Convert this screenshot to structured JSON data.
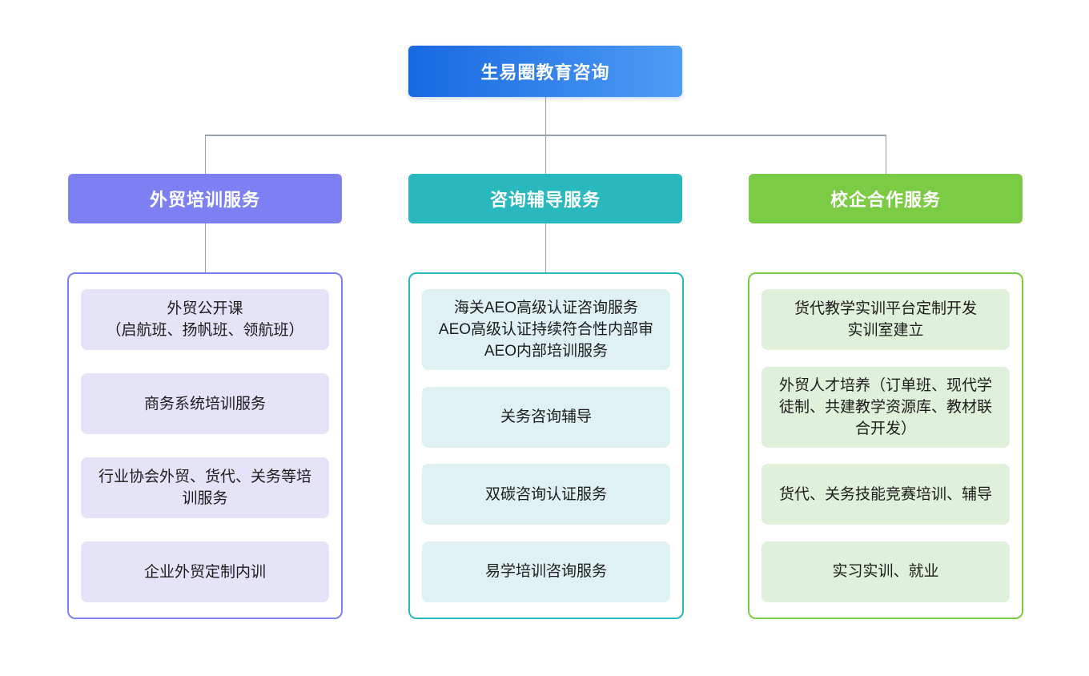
{
  "root": {
    "label": "生易圈教育咨询",
    "gradient_left": "#1868E2",
    "gradient_right": "#4D9CF4"
  },
  "connector_color": "#99A0A8",
  "branches": [
    {
      "title": "外贸培训服务",
      "header_color": "#7C80F2",
      "border_color": "#7C80F2",
      "item_bg": "#E5E3F8",
      "items": [
        "外贸公开课\n（启航班、扬帆班、领航班）",
        "商务系统培训服务",
        "行业协会外贸、货代、关务等培训服务",
        "企业外贸定制内训"
      ]
    },
    {
      "title": "咨询辅导服务",
      "header_color": "#28B8BD",
      "border_color": "#28B8BD",
      "item_bg": "#DFF1F3",
      "items": [
        "海关AEO高级认证咨询服务\nAEO高级认证持续符合性内部审\nAEO内部培训服务",
        "关务咨询辅导",
        "双碳咨询认证服务",
        "易学培训咨询服务"
      ]
    },
    {
      "title": "校企合作服务",
      "header_color": "#7CCB44",
      "border_color": "#7CCB44",
      "item_bg": "#DFF1DB",
      "items": [
        "货代教学实训平台定制开发\n实训室建立",
        "外贸人才培养（订单班、现代学徒制、共建教学资源库、教材联合开发）",
        "货代、关务技能竞赛培训、辅导",
        "实习实训、就业"
      ]
    }
  ]
}
